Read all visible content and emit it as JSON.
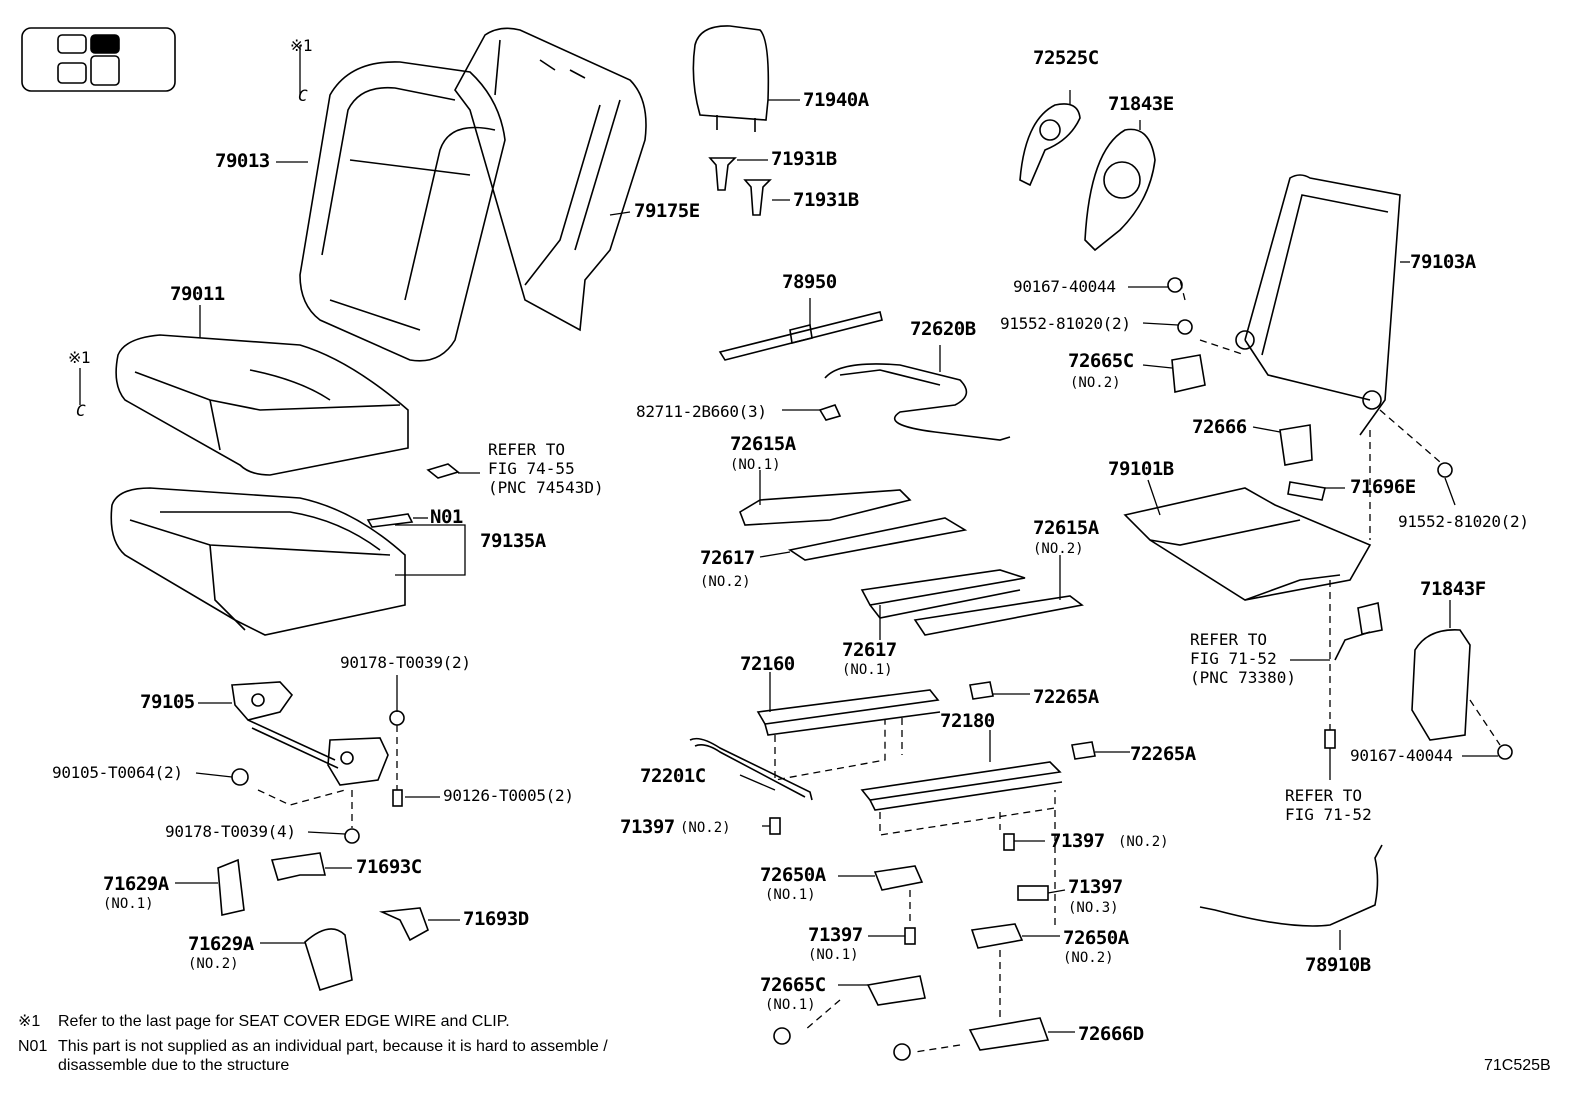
{
  "legend_icon": "seat-position-icon",
  "figure_code": "71C525B",
  "notes": {
    "n1_mark": "※1",
    "n1_text": "Refer to the last page for SEAT COVER EDGE WIRE and CLIP.",
    "n01_mark": "N01",
    "n01_line1": "This part is not supplied as an individual part, because it is hard to assemble /",
    "n01_line2": "disassemble due to the structure"
  },
  "marks": {
    "star1_a": "※1",
    "c_a": "C",
    "star1_b": "※1",
    "c_b": "C"
  },
  "parts": {
    "p79013": "79013",
    "p79175E": "79175E",
    "p79011": "79011",
    "pN01": "N01",
    "p79135A": "79135A",
    "p79105": "79105",
    "p90178_t0039_2": "90178-T0039(2)",
    "p90105_t0064_2": "90105-T0064(2)",
    "p90126_t0005_2": "90126-T0005(2)",
    "p90178_t0039_4": "90178-T0039(4)",
    "p71629A_1": "71629A",
    "p71629A_1_sub": "(NO.1)",
    "p71693C": "71693C",
    "p71629A_2": "71629A",
    "p71629A_2_sub": "(NO.2)",
    "p71693D": "71693D",
    "p71940A": "71940A",
    "p71931B_a": "71931B",
    "p71931B_b": "71931B",
    "p78950": "78950",
    "p72620B": "72620B",
    "p82711": "82711-2B660(3)",
    "p72615A_1": "72615A",
    "p72615A_1_sub": "(NO.1)",
    "p72617_2": "72617",
    "p72617_2_sub": "(NO.2)",
    "p72615A_2": "72615A",
    "p72615A_2_sub": "(NO.2)",
    "p72617_1": "72617",
    "p72617_1_sub": "(NO.1)",
    "p72160": "72160",
    "p72265A_a": "72265A",
    "p72180": "72180",
    "p72201C": "72201C",
    "p72265A_b": "72265A",
    "p71397_a": "71397",
    "p71397_a_sub": "(NO.2)",
    "p71397_b": "71397",
    "p71397_b_sub": "(NO.2)",
    "p72650A_1": "72650A",
    "p72650A_1_sub": "(NO.1)",
    "p71397_c": "71397",
    "p71397_c_sub": "(NO.3)",
    "p71397_d": "71397",
    "p71397_d_sub": "(NO.1)",
    "p72650A_2": "72650A",
    "p72650A_2_sub": "(NO.2)",
    "p72665C_1": "72665C",
    "p72665C_1_sub": "(NO.1)",
    "p72666D": "72666D",
    "p72525C": "72525C",
    "p71843E": "71843E",
    "p79103A": "79103A",
    "p90167_40044_a": "90167-40044",
    "p91552_81020_2_a": "91552-81020(2)",
    "p72665C_2": "72665C",
    "p72665C_2_sub": "(NO.2)",
    "p72666": "72666",
    "p79101B": "79101B",
    "p71696E": "71696E",
    "p91552_81020_2_b": "91552-81020(2)",
    "p71843F": "71843F",
    "p90167_40044_b": "90167-40044",
    "p78910B": "78910B"
  },
  "refs": {
    "r1": [
      "REFER TO",
      "FIG 74-55",
      "(PNC 74543D)"
    ],
    "r2": [
      "REFER TO",
      "FIG 71-52",
      "(PNC 73380)"
    ],
    "r3": [
      "REFER TO",
      "FIG 71-52"
    ]
  }
}
